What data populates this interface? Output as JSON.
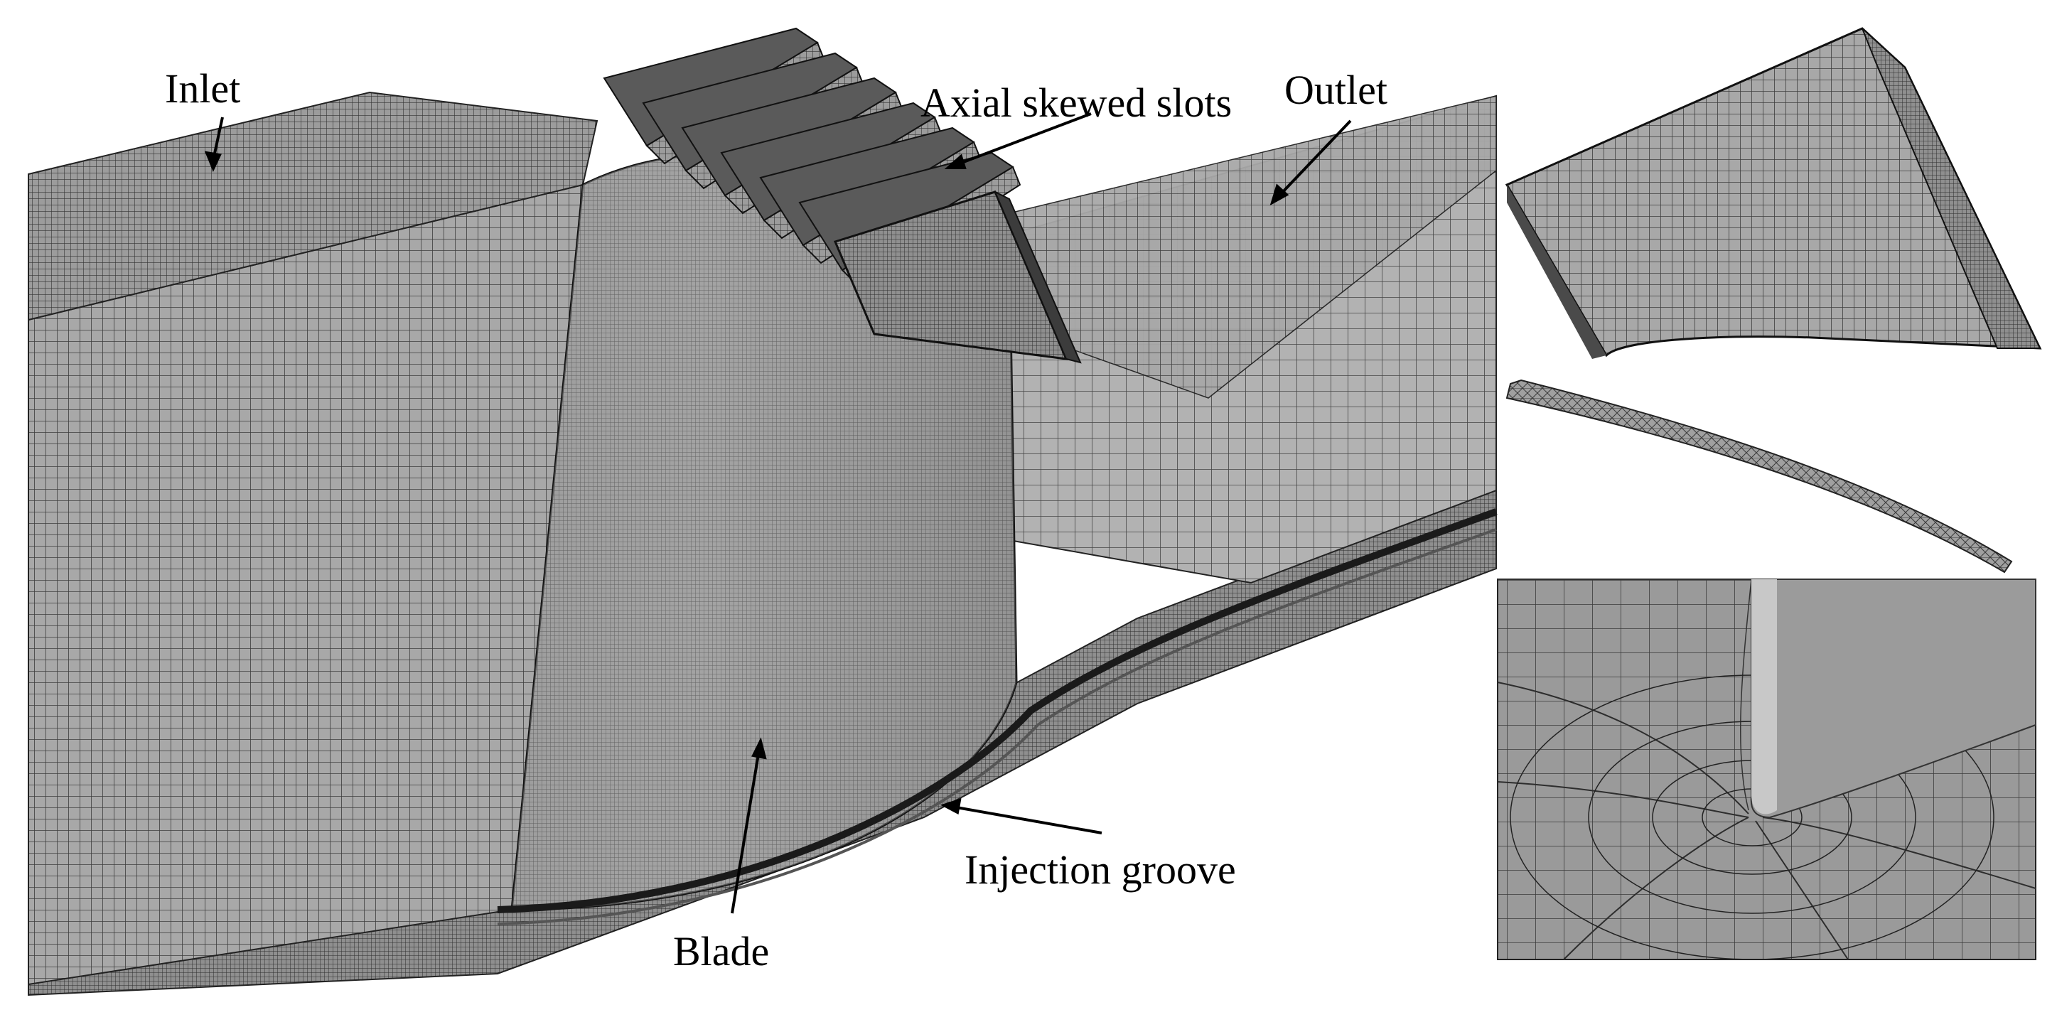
{
  "figure": {
    "labels": {
      "inlet": "Inlet",
      "axial_skewed_slots": "Axial skewed slots",
      "outlet": "Outlet",
      "injection_groove": "Injection groove",
      "blade": "Blade"
    }
  },
  "colors": {
    "background": "#ffffff",
    "mesh_surface": "#a9a9a9",
    "mesh_light": "#bdbdbd",
    "mesh_dark": "#6e6e6e",
    "grid_line": "#3a3a3a",
    "arrow": "#000000"
  }
}
